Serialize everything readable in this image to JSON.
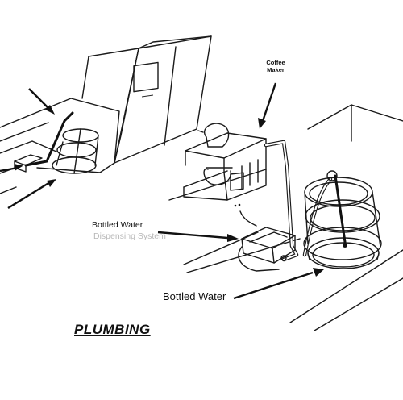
{
  "labels": {
    "coffee_maker": "Coffee Maker",
    "dispensing_system_line1": "Bottled Water",
    "dispensing_system_line2": "Dispensing System",
    "bottled_water": "Bottled Water"
  },
  "title": "PLUMBING"
}
